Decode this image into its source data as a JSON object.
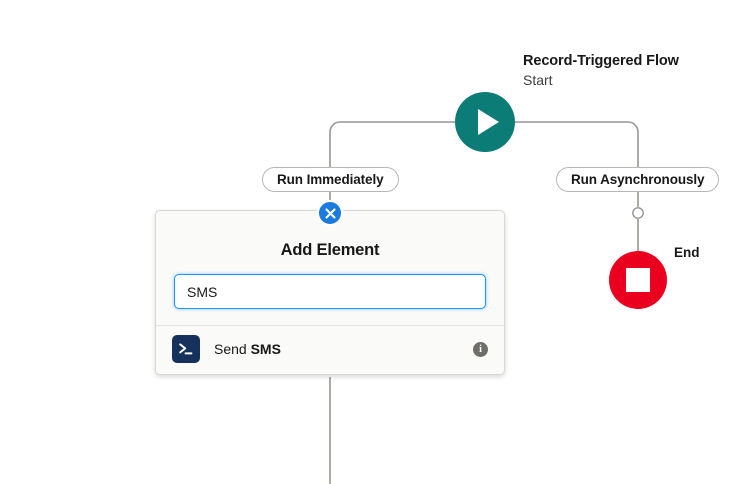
{
  "flow": {
    "start": {
      "title": "Record-Triggered Flow",
      "subtitle": "Start",
      "icon": "play-icon",
      "color": "#0c7c77"
    },
    "branches": [
      {
        "label": "Run Immediately"
      },
      {
        "label": "Run Asynchronously"
      }
    ],
    "end": {
      "label": "End",
      "icon": "stop-square-icon",
      "color": "#ea001e"
    }
  },
  "add_element_panel": {
    "title": "Add Element",
    "close_label": "×",
    "search": {
      "value": "SMS",
      "placeholder": "Search"
    },
    "results": [
      {
        "icon": "terminal-prompt-icon",
        "label_prefix": "Send ",
        "label_match": "SMS",
        "info_glyph": "i"
      }
    ]
  },
  "colors": {
    "accent_blue": "#1b7ae0",
    "focus_blue": "#1b96ff",
    "teal": "#0c7c77",
    "red": "#ea001e",
    "icon_navy": "#16325c",
    "connector_gray": "#969693"
  }
}
